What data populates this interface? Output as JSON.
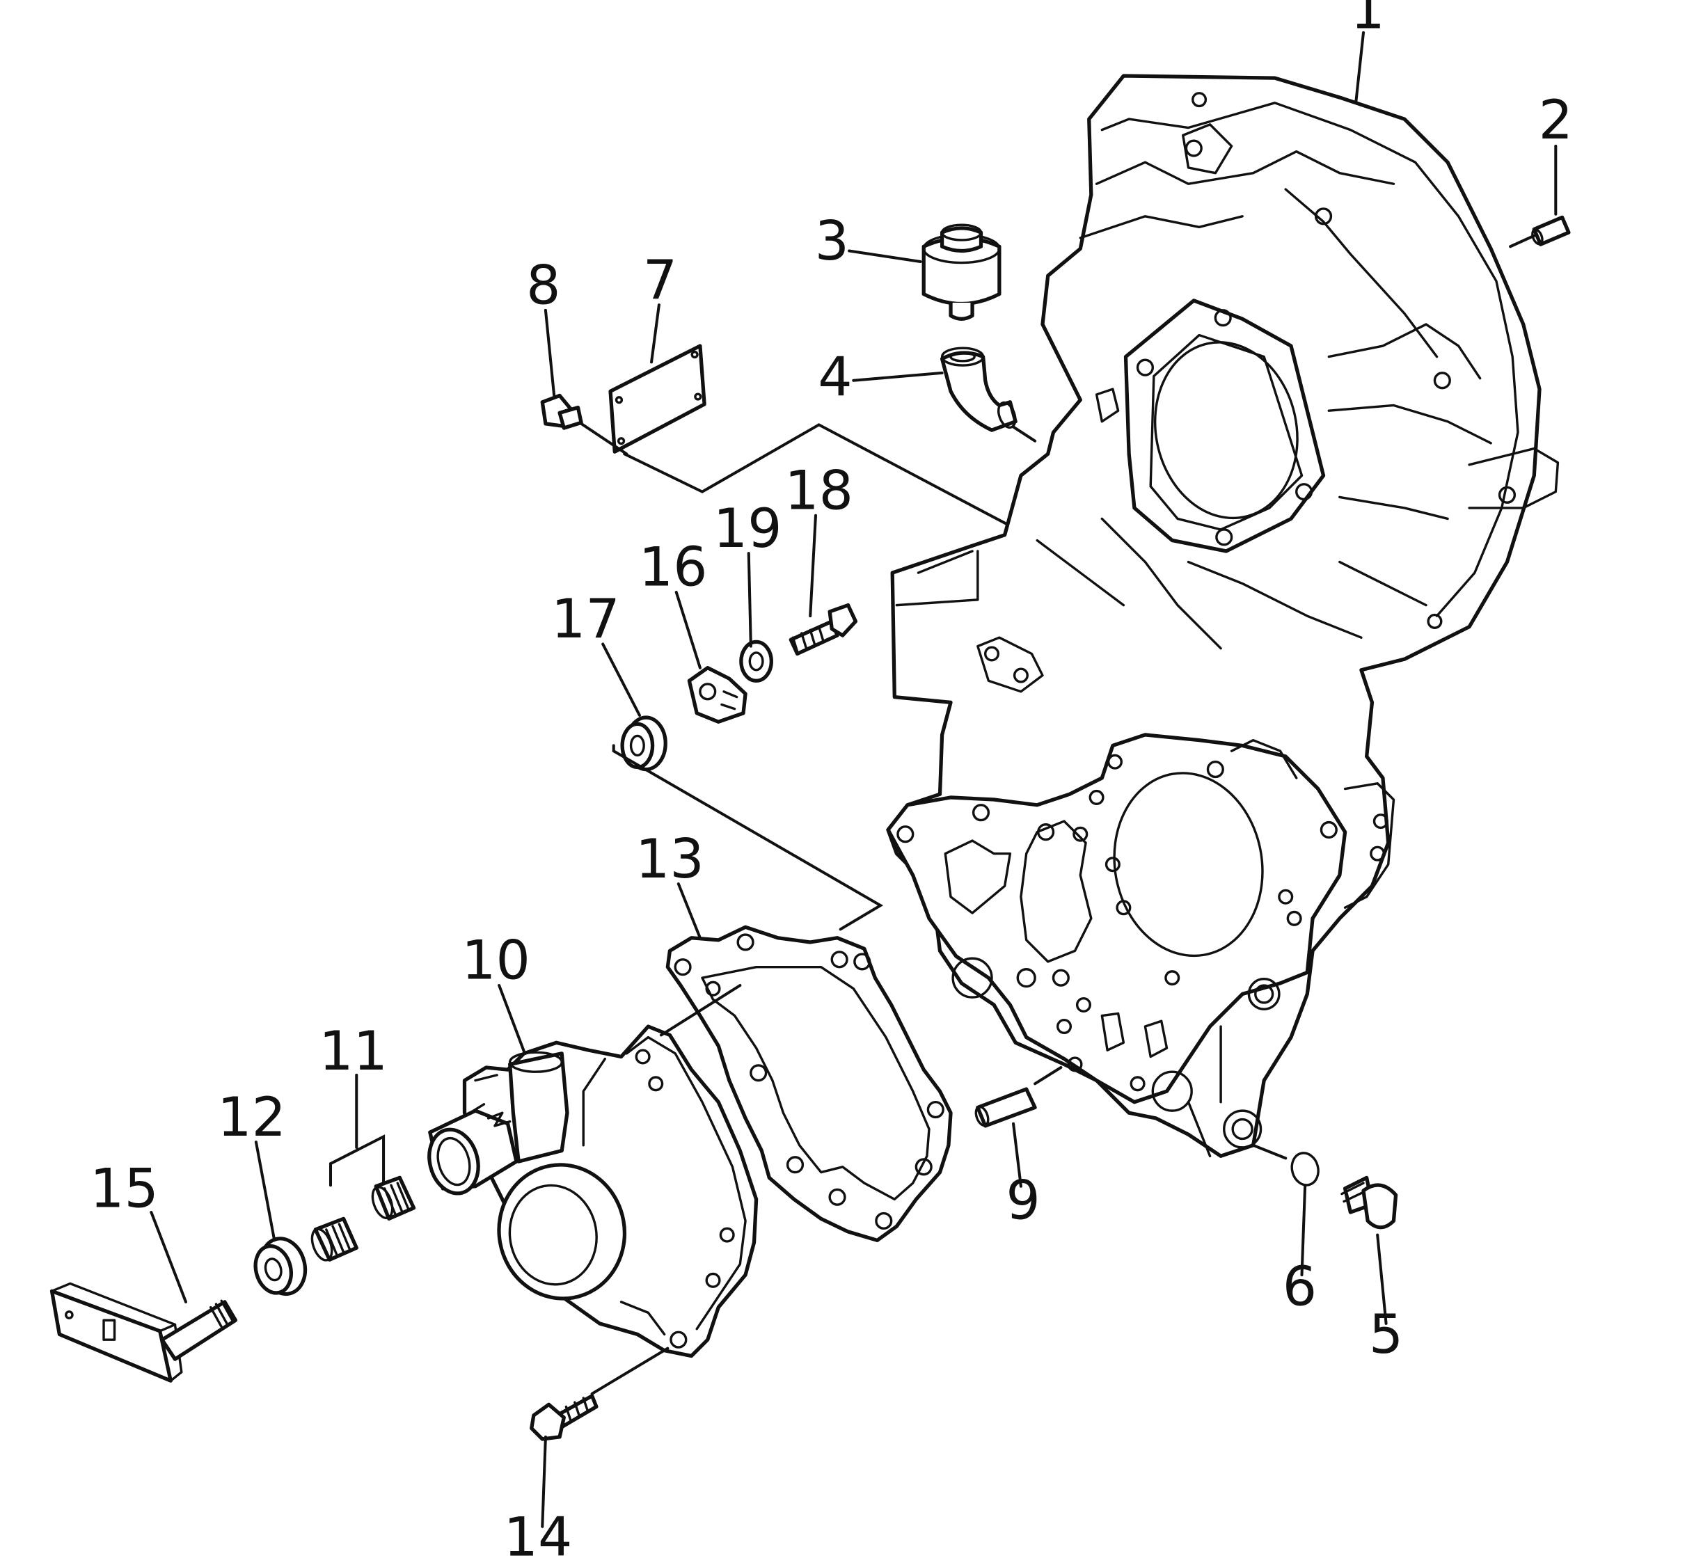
{
  "callouts": [
    {
      "id": "1",
      "label": "1",
      "part": "housing"
    },
    {
      "id": "2",
      "label": "2",
      "part": "dowel-pin"
    },
    {
      "id": "3",
      "label": "3",
      "part": "breather"
    },
    {
      "id": "4",
      "label": "4",
      "part": "elbow"
    },
    {
      "id": "5",
      "label": "5",
      "part": "drain-plug"
    },
    {
      "id": "6",
      "label": "6",
      "part": "o-ring"
    },
    {
      "id": "7",
      "label": "7",
      "part": "cover-plate"
    },
    {
      "id": "8",
      "label": "8",
      "part": "bolt"
    },
    {
      "id": "9",
      "label": "9",
      "part": "dowel-pin"
    },
    {
      "id": "10",
      "label": "10",
      "part": "pump-case"
    },
    {
      "id": "11",
      "label": "11",
      "part": "needle-bearings"
    },
    {
      "id": "12",
      "label": "12",
      "part": "oil-seal"
    },
    {
      "id": "13",
      "label": "13",
      "part": "gasket"
    },
    {
      "id": "14",
      "label": "14",
      "part": "bolt"
    },
    {
      "id": "15",
      "label": "15",
      "part": "shaft"
    },
    {
      "id": "16",
      "label": "16",
      "part": "plate"
    },
    {
      "id": "17",
      "label": "17",
      "part": "bushing"
    },
    {
      "id": "18",
      "label": "18",
      "part": "bolt"
    },
    {
      "id": "19",
      "label": "19",
      "part": "washer"
    }
  ]
}
